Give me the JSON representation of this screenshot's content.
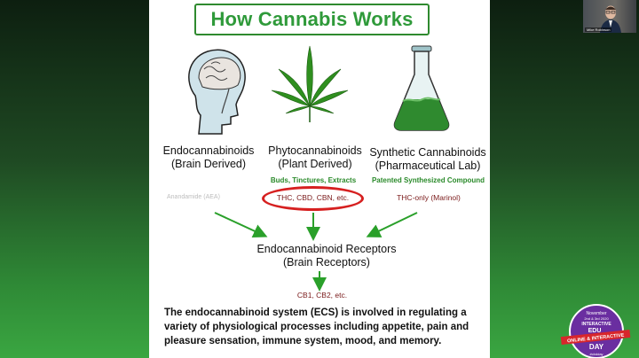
{
  "slide": {
    "title": "How Cannabis Works",
    "categories": [
      {
        "name": "Endocannabinoids",
        "sub": "(Brain Derived)"
      },
      {
        "name": "Phytocannabinoids",
        "sub": "(Plant Derived)"
      },
      {
        "name": "Synthetic Cannabinoids",
        "sub": "(Pharmaceutical Lab)"
      }
    ],
    "phyto_forms": "Buds, Tinctures, Extracts",
    "synthetic_form": "Patented Synthesized Compound",
    "endo_faded": "Anandamide (AEA)",
    "phyto_compounds": "THC, CBD, CBN, etc.",
    "synthetic_compound": "THC-only (Marinol)",
    "receptors_title": "Endocannabinoid Receptors",
    "receptors_sub": "(Brain Receptors)",
    "receptor_types": "CB1, CB2, etc.",
    "description": "The endocannabinoid system (ECS) is involved in regulating a variety of physiological processes including appetite, pain and pleasure sensation, immune system, mood, and memory."
  },
  "webcam": {
    "participant_label": "Mike Robinson"
  },
  "badge": {
    "line1": "November",
    "line2": "2nd & 3rd 2020",
    "line3": "INTERACTIVE",
    "line4": "EDU",
    "line5": "ONLINE & INTERACTIVE",
    "line6": "DAY",
    "line7": "#cbdday",
    "colors": {
      "ring": "#6a2ea0",
      "banner": "#d8262b"
    }
  },
  "colors": {
    "title_green": "#2f9a3a",
    "oval_red": "#d62020",
    "arrow_green": "#2aa02a",
    "text_maroon": "#7a1a1a"
  }
}
